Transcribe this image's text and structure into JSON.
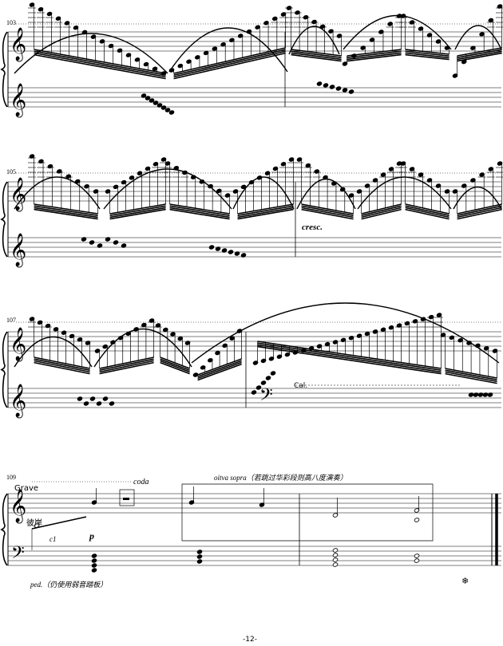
{
  "page": {
    "number_label": "-12-"
  },
  "systems": [
    {
      "measure_number": "103"
    },
    {
      "measure_number": "105",
      "dynamic": "cresc."
    },
    {
      "measure_number": "107",
      "pedal_text": "Cal."
    },
    {
      "measure_number": "109"
    }
  ],
  "final_system": {
    "tempo": "Grave",
    "coda_label": "coda",
    "ottava_text": "oitva sopra（若跳过华彩段则高八度演奏）",
    "left_text": "彼岸",
    "c1_label": "c1",
    "dynamic": "p",
    "pedal_text": "ped.（仍使用弱音踏板）",
    "end_symbol": "❄"
  },
  "colors": {
    "ink": "#000000",
    "paper": "#ffffff"
  }
}
